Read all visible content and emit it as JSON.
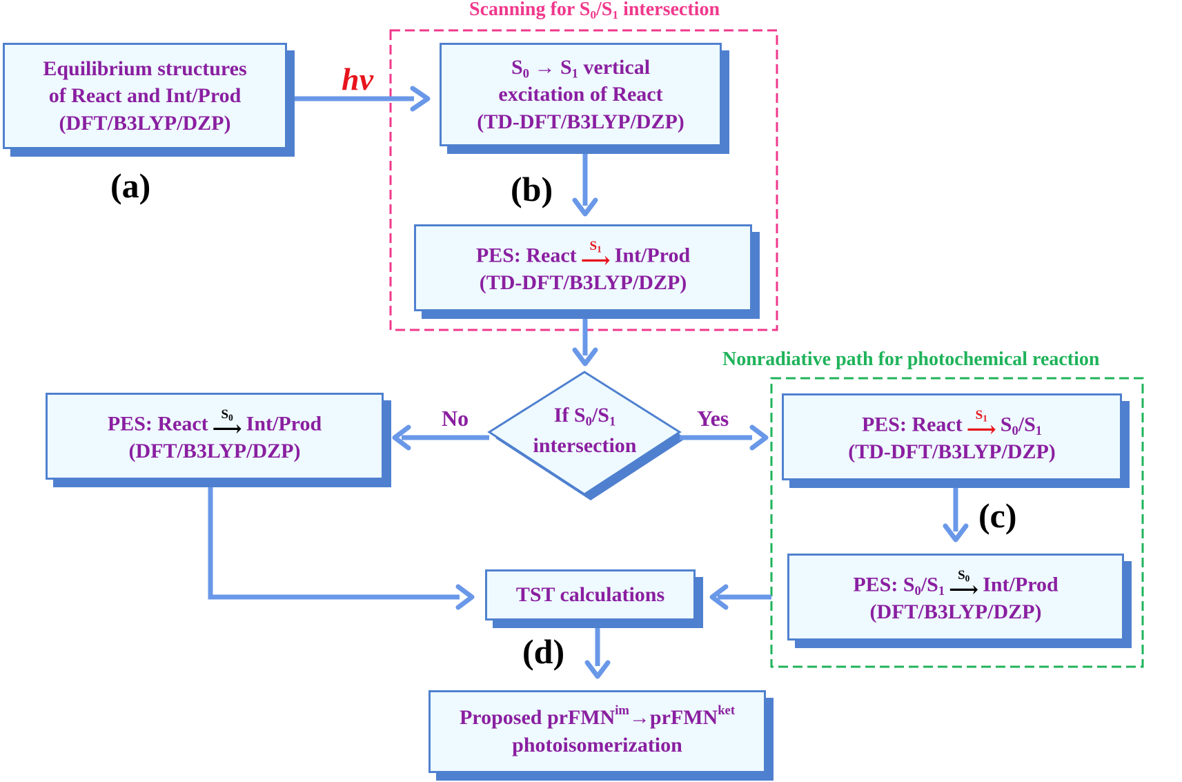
{
  "frames": {
    "scan": {
      "title": "Scanning for S0/S1 intersection",
      "color": "#f0388c"
    },
    "nonrad": {
      "title": "Nonradiative path for photochemical reaction",
      "color": "#1fb35a"
    }
  },
  "colors": {
    "box_fill": "#eefaff",
    "box_border": "#4f80cf",
    "arrow": "#6a98e8",
    "text": "#8a1fa0",
    "accent_red": "#e8141c"
  },
  "nodes": {
    "equilibrium": {
      "line1": "Equilibrium structures",
      "line2": "of React and Int/Prod",
      "line3": "(DFT/B3LYP/DZP)"
    },
    "excitation": {
      "s0": "S",
      "s0_sub": "0",
      "arrow": "→",
      "s1": "S",
      "s1_sub": "1",
      "rest": "vertical",
      "line2": "excitation of React",
      "line3": "(TD-DFT/B3LYP/DZP)"
    },
    "pes_s1_scan": {
      "prefix": "PES: React",
      "over": "S",
      "over_sub": "1",
      "suffix": "Int/Prod",
      "line2": "(TD-DFT/B3LYP/DZP)"
    },
    "decision": {
      "line1_prefix": "If S",
      "sub0": "0",
      "mid": "/S",
      "sub1": "1",
      "line2": "intersection"
    },
    "pes_s0": {
      "prefix": "PES: React",
      "over": "S",
      "over_sub": "0",
      "suffix": "Int/Prod",
      "line2": "(DFT/B3LYP/DZP)"
    },
    "pes_s1_ci": {
      "prefix": "PES: React",
      "over": "S",
      "over_sub": "1",
      "suffix_a": "S",
      "suffix_sub0": "0",
      "suffix_b": "/S",
      "suffix_sub1": "1",
      "line2": "(TD-DFT/B3LYP/DZP)"
    },
    "pes_ci_prod": {
      "prefix_a": "PES: S",
      "prefix_sub0": "0",
      "prefix_b": "/S",
      "prefix_sub1": "1",
      "over": "S",
      "over_sub": "0",
      "suffix": "Int/Prod",
      "line2": "(DFT/B3LYP/DZP)"
    },
    "tst": {
      "line1": "TST calculations"
    },
    "proposed": {
      "a": "Proposed prFMN",
      "sup_im": "im",
      "arrow": "→",
      "b": "prFMN",
      "sup_ket": "ket",
      "line2": "photoisomerization"
    }
  },
  "labels": {
    "a": "(a)",
    "b": "(b)",
    "c": "(c)",
    "d": "(d)",
    "hv": "hν",
    "no": "No",
    "yes": "Yes"
  }
}
